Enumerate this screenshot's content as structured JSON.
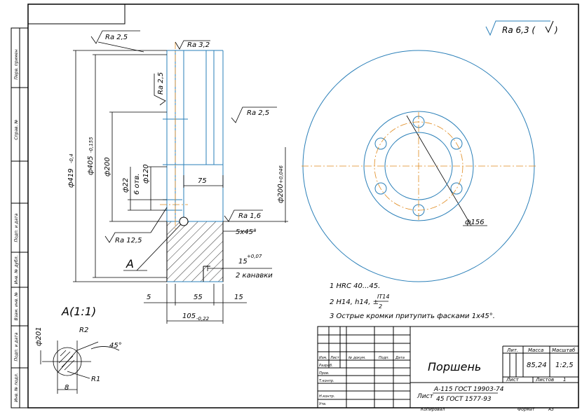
{
  "roughness_general": "Ra 6,3 (",
  "roughness_general_close": ")",
  "left_margin_labels": [
    "Перв. примен",
    "Справ. №",
    "Подп. и дата",
    "Инв. № дубл.",
    "Взам. инв. №",
    "Подп. и дата",
    "Инв. № подл."
  ],
  "roughness": {
    "top": "Ra 2,5",
    "top_right": "Ra 3,2",
    "vertical": "Ra 2,5",
    "bore": "Ra 2,5",
    "face": "Ra 1,6",
    "groove": "Ra 12,5"
  },
  "dims": {
    "d419": "ф419",
    "d419_tol": "-0,4",
    "d405": "ф405",
    "d405_tol": "-0,155",
    "d200": "ф200",
    "d22": "ф22",
    "holes6": "6 отв.",
    "d120": "ф120",
    "w75": "75",
    "d200_right": "ф200",
    "d200_right_tol": "+0,046",
    "chamfer": "5х45°",
    "groove_w": "15",
    "groove_tol": "+0,07",
    "groove_count": "2 канавки",
    "w5": "5",
    "w55": "55",
    "w15": "15",
    "w105": "105",
    "w105_tol": "-0,22",
    "d156": "ф156"
  },
  "callout_a": "А",
  "detail": {
    "title": "А(1:1)",
    "r2": "R2",
    "r1": "R1",
    "angle": "45°",
    "d201": "ф201",
    "w8": "8"
  },
  "notes": [
    "1  HRC 40...45.",
    "2  H14, h14, ±",
    "3  Острые кромки притупить фасками 1х45°."
  ],
  "note2_frac_top": "IT14",
  "note2_frac_bottom": "2",
  "title_block": {
    "part_name": "Поршень",
    "material_line1": "А-115 ГОСТ 19903-74",
    "material_line2": "45 ГОСТ 1577-93",
    "material_prefix": "Лист",
    "lit_header": "Лит.",
    "mass_header": "Масса",
    "scale_header": "Масштаб",
    "mass": "85,24",
    "scale": "1:2,5",
    "sheet": "Лист",
    "sheets": "Листов",
    "sheets_count": "1",
    "col_izm": "Изм.",
    "col_list": "Лист",
    "col_doc": "№ докум.",
    "col_sign": "Подп.",
    "col_date": "Дата",
    "row_razrab": "Разраб.",
    "row_prov": "Пров.",
    "row_tkontr": "Т.контр.",
    "row_nkontr": "Н.контр.",
    "row_utv": "Утв."
  },
  "bottom": {
    "copied": "Копировал",
    "format": "Формат",
    "format_value": "А3"
  }
}
